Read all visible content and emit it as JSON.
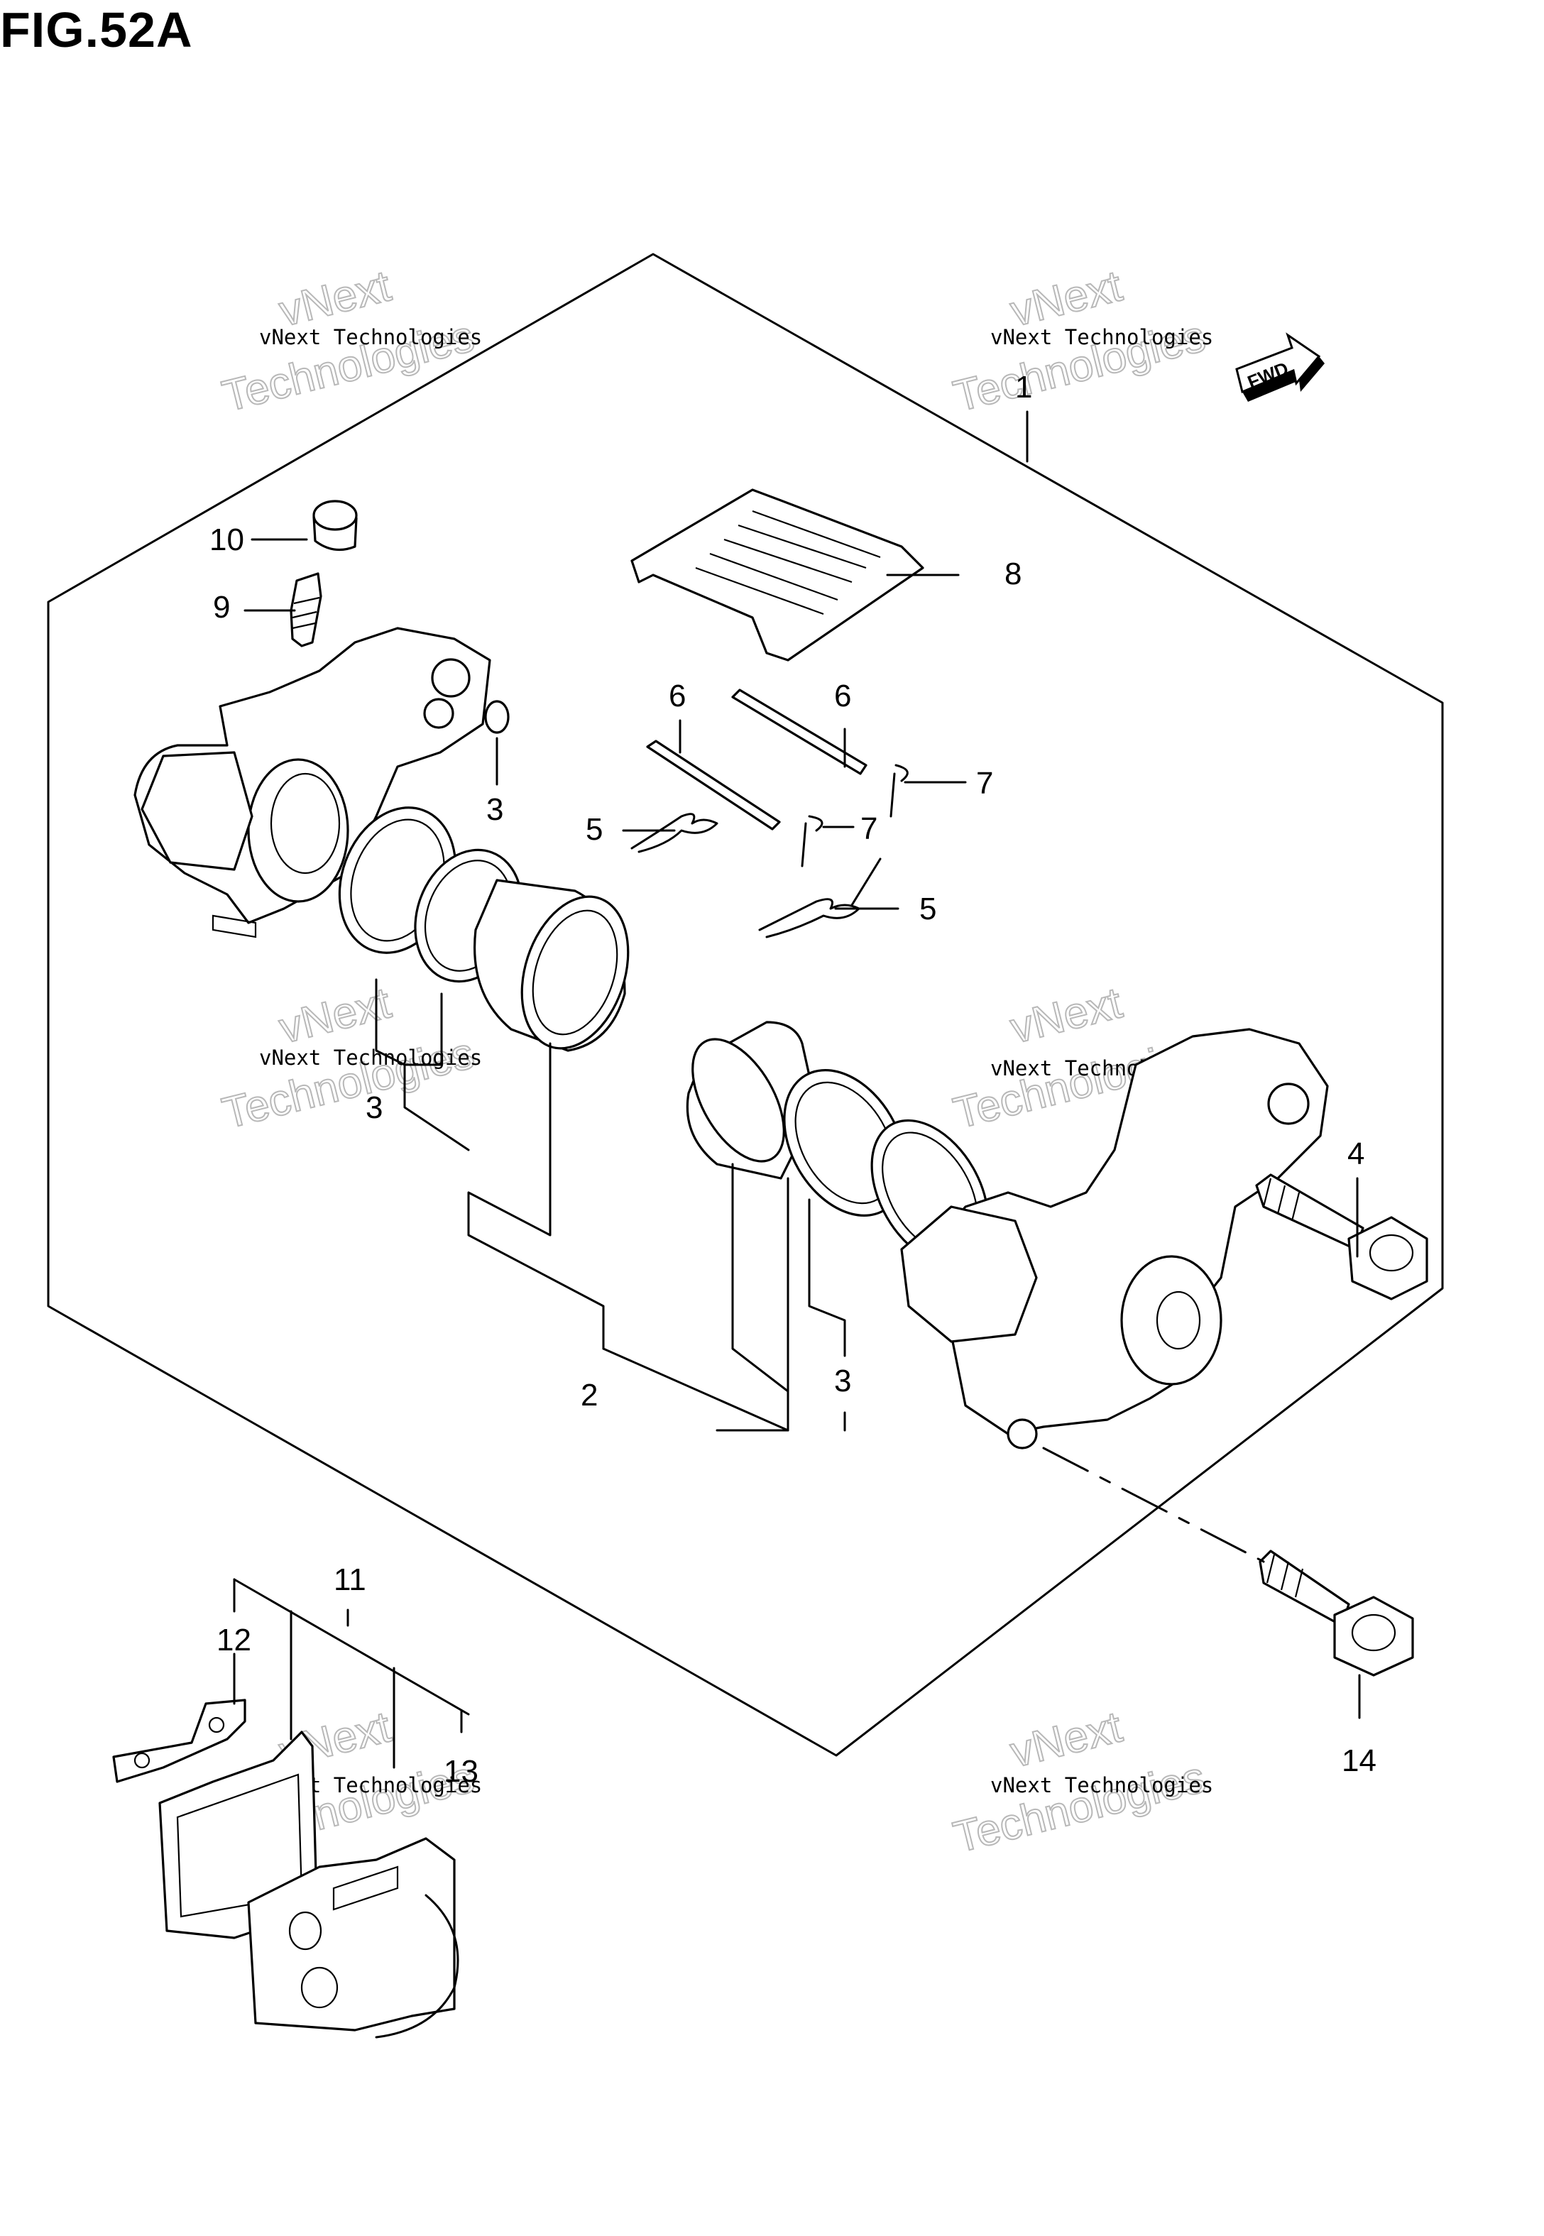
{
  "figure": {
    "title": "FIG.52A"
  },
  "callouts": [
    {
      "id": "c1",
      "number": "1"
    },
    {
      "id": "c2",
      "number": "2"
    },
    {
      "id": "c3a",
      "number": "3"
    },
    {
      "id": "c3b",
      "number": "3"
    },
    {
      "id": "c3c",
      "number": "3"
    },
    {
      "id": "c4",
      "number": "4"
    },
    {
      "id": "c5a",
      "number": "5"
    },
    {
      "id": "c5b",
      "number": "5"
    },
    {
      "id": "c6a",
      "number": "6"
    },
    {
      "id": "c6b",
      "number": "6"
    },
    {
      "id": "c7a",
      "number": "7"
    },
    {
      "id": "c7b",
      "number": "7"
    },
    {
      "id": "c8",
      "number": "8"
    },
    {
      "id": "c9",
      "number": "9"
    },
    {
      "id": "c10",
      "number": "10"
    },
    {
      "id": "c11",
      "number": "11"
    },
    {
      "id": "c12",
      "number": "12"
    },
    {
      "id": "c13",
      "number": "13"
    },
    {
      "id": "c14",
      "number": "14"
    }
  ],
  "fwd_badge": {
    "label": "FWD",
    "icon": "forward-arrow-icon"
  },
  "watermark": {
    "brand": "vNext",
    "company": "Technologies",
    "line": "vNext Technologies",
    "color": "#b8b8b8"
  }
}
